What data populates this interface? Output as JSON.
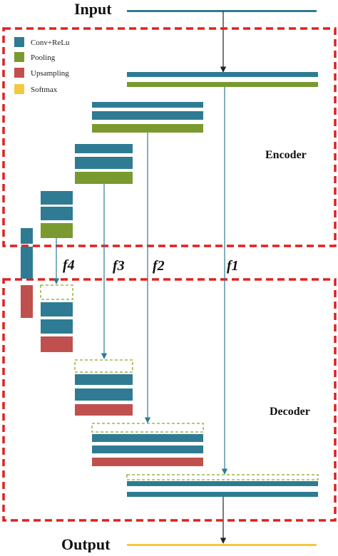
{
  "labels": {
    "input": "Input",
    "output": "Output",
    "encoder": "Encoder",
    "decoder": "Decoder",
    "f1": "f1",
    "f2": "f2",
    "f3": "f3",
    "f4": "f4"
  },
  "legend": [
    {
      "label": "Conv+ReLu",
      "color": "#2e7b93"
    },
    {
      "label": "Pooling",
      "color": "#7a9a30"
    },
    {
      "label": "Upsampling",
      "color": "#c0504d"
    },
    {
      "label": "Softmax",
      "color": "#f5c841"
    }
  ],
  "colors": {
    "conv": "#2e7b93",
    "pool": "#7a9a30",
    "upsample": "#c0504d",
    "softmax": "#f5c841",
    "dashed_box": "#e02020",
    "skip_placeholder": "#8aa820"
  }
}
